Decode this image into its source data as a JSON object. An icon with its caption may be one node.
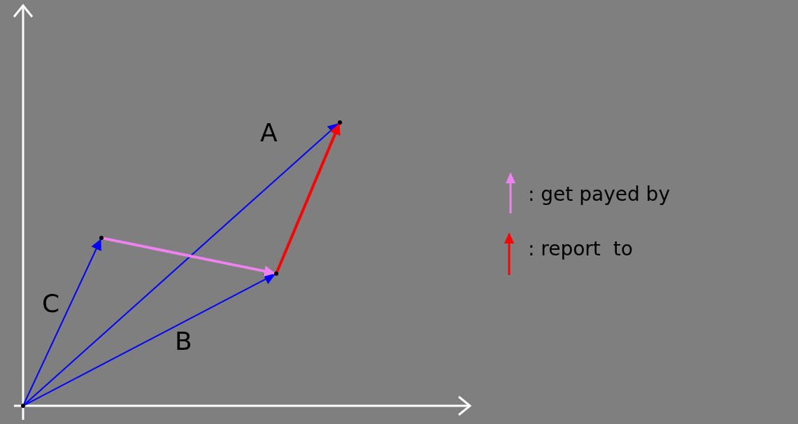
{
  "diagram": {
    "nodes": [
      {
        "text": [],
        "shape": "point"
      },
      {
        "text": [],
        "shape": "point"
      },
      {
        "text": [],
        "shape": "point"
      },
      {
        "text": [],
        "shape": "point"
      }
    ],
    "edges": [
      {
        "from": 0,
        "to": 3,
        "arrow": "to",
        "label": "A"
      },
      {
        "from": 0,
        "to": 2,
        "arrow": "to",
        "label": "B"
      },
      {
        "from": 0,
        "to": 1,
        "arrow": "to",
        "label": "C"
      },
      {
        "from": 1,
        "to": 2,
        "arrow": "to",
        "style": "thick",
        "color": "#ee82ee"
      },
      {
        "from": 2,
        "to": 3,
        "arrow": "to",
        "style": "thick",
        "color": "#ff0000"
      }
    ],
    "legend": [
      {
        "text": ": get payed by",
        "color": "#ee82ee"
      },
      {
        "text": ": report  to",
        "color": "#ff0000"
      }
    ]
  }
}
